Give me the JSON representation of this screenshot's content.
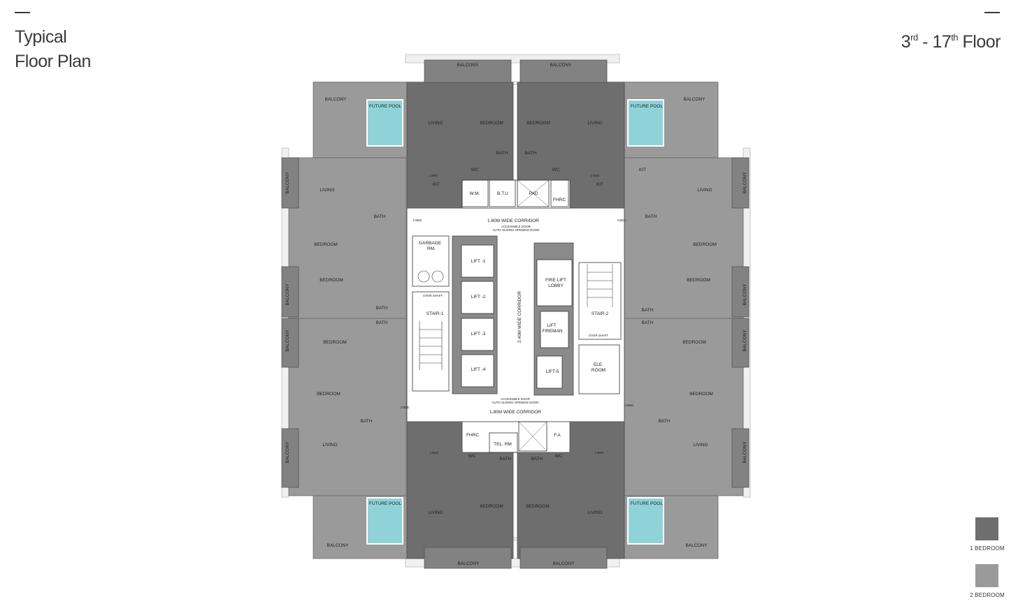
{
  "header": {
    "title_line1": "Typical",
    "title_line2": "Floor Plan",
    "floor_from": "3",
    "floor_from_suffix": "rd",
    "floor_separator": " - ",
    "floor_to": "17",
    "floor_to_suffix": "th",
    "floor_word": " Floor"
  },
  "colors": {
    "one_bedroom": "#6e6e6e",
    "two_bedroom": "#9a9a9a",
    "pool": "#8fd3d8",
    "core": "#ffffff",
    "balcony": "#888888"
  },
  "legend": {
    "one_bedroom": "1 BEDROOM",
    "two_bedroom": "2 BEDROOM"
  },
  "labels": {
    "balcony": "BALCONY",
    "future_pool": "FUTURE POOL",
    "living": "LIVING",
    "bedroom": "BEDROOM",
    "bath": "BATH",
    "wc": "WC",
    "kit": "KIT",
    "tag_1bed": "1 BED",
    "tag_2bed": "2 BED",
    "wm": "W.M.",
    "btu": "B.T.U",
    "pad": "PAD",
    "fhrc": "FHRC",
    "corridor_180": "1.80M WIDE CORRIDOR",
    "corridor_240": "2.40M WIDE CORRIDOR",
    "door_note_1": "ACCESSIBLE DOOR",
    "door_note_2": "AUTO SLIDING OPENING DOOR",
    "garbage_1": "GARBAGE",
    "garbage_2": "RM.",
    "stair_shaft": "STAIR SHAFT",
    "stair_1": "STAIR-1",
    "stair_2": "STAIR-2",
    "lift_1": "LIFT -1",
    "lift_2": "LIFT -2",
    "lift_3": "LIFT -3",
    "lift_4": "LIFT -4",
    "lift_5": "LIFT-5",
    "fire_lobby_1": "FIRE LIFT",
    "fire_lobby_2": "LOBBY",
    "lift_fireman_1": "LIFT",
    "lift_fireman_2": "FIREMAN",
    "ele_1": "ELE.",
    "ele_2": "ROOM",
    "tel_rm": "TEL. RM",
    "fa": "F.A"
  }
}
